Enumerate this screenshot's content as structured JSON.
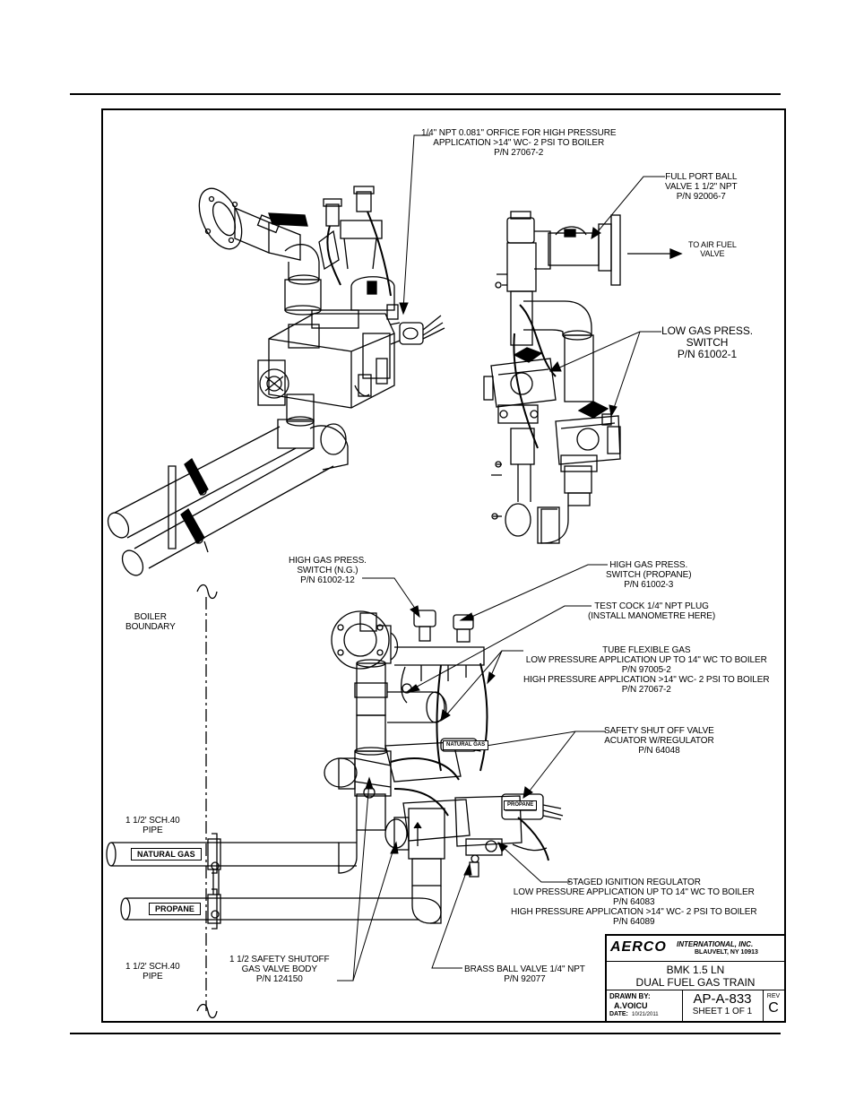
{
  "labels": {
    "orifice": [
      "1/4\" NPT 0.081\" ORFICE FOR HIGH PRESSURE",
      "APPLICATION >14\" WC- 2 PSI TO BOILER",
      "P/N 27067-2"
    ],
    "ball_valve": [
      "FULL PORT BALL",
      "VALVE 1 1/2\" NPT",
      "P/N 92006-7"
    ],
    "air_fuel": [
      "TO AIR FUEL",
      "VALVE"
    ],
    "low_gas": [
      "LOW GAS PRESS.",
      "SWITCH",
      "P/N 61002-1"
    ],
    "high_gas_ng": [
      "HIGH GAS PRESS.",
      "SWITCH (N.G.)",
      "P/N 61002-12"
    ],
    "high_gas_propane": [
      "HIGH GAS PRESS.",
      "SWITCH (PROPANE)",
      "P/N 61002-3"
    ],
    "test_cock": [
      "TEST COCK 1/4\" NPT PLUG",
      "(INSTALL MANOMETRE HERE)"
    ],
    "boiler_boundary": [
      "BOILER",
      "BOUNDARY"
    ],
    "tube_flexible": [
      "TUBE FLEXIBLE GAS",
      "LOW PRESSURE APPLICATION UP TO 14\" WC TO BOILER",
      "P/N 97005-2",
      "HIGH PRESSURE APPLICATION >14\" WC- 2 PSI TO BOILER",
      "P/N 27067-2"
    ],
    "safety_shutoff_actuator": [
      "SAFETY SHUT OFF VALVE",
      "ACUATOR W/REGULATOR",
      "P/N 64048"
    ],
    "pipe_top": [
      "1 1/2' SCH.40",
      "PIPE"
    ],
    "staged_ignition": [
      "STAGED IGNITION REGULATOR",
      "LOW PRESSURE APPLICATION UP TO 14\" WC TO BOILER",
      "P/N 64083",
      "HIGH PRESSURE APPLICATION >14\" WC- 2 PSI TO BOILER",
      "P/N 64089"
    ],
    "pipe_bottom": [
      "1 1/2' SCH.40",
      "PIPE"
    ],
    "safety_shutoff_body": [
      "1 1/2 SAFETY SHUTOFF",
      "GAS VALVE BODY",
      "P/N 124150"
    ],
    "brass_ball": [
      "BRASS BALL VALVE 1/4\" NPT",
      "P/N 92077"
    ]
  },
  "tags": {
    "natural_gas": "NATURAL GAS",
    "propane": "PROPANE",
    "natural_gas_small": "NATURAL GAS",
    "propane_small": "PROPANE"
  },
  "title_block": {
    "company": "AERCO",
    "company_full": "INTERNATIONAL, INC.",
    "address": "BLAUVELT, NY 10913",
    "title_line1": "BMK 1.5 LN",
    "title_line2": "DUAL FUEL GAS TRAIN",
    "drawn_by_label": "DRAWN BY:",
    "drawn_by": "A.VOICU",
    "date_label": "DATE:",
    "date": "10/21/2011",
    "drawing_no": "AP-A-833",
    "sheet": "SHEET 1 OF 1",
    "rev_label": "REV",
    "rev": "C"
  }
}
